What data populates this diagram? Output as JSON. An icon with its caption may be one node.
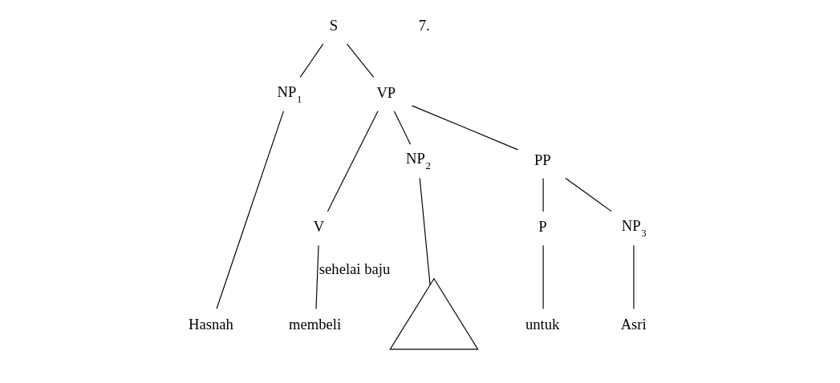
{
  "diagram": {
    "nodes": [
      {
        "text": [
          "S"
        ]
      },
      {
        "text": [
          "NP$_{1}$"
        ]
      },
      {
        "text": [
          "VP"
        ]
      },
      {
        "text": [
          "V"
        ]
      },
      {
        "text": [
          "NP$_{2}$"
        ]
      },
      {
        "text": [
          "PP"
        ]
      },
      {
        "text": [
          "P"
        ]
      },
      {
        "text": [
          "NP$_{3}$"
        ]
      },
      {
        "text": [
          "Hasnah"
        ]
      },
      {
        "text": [
          "membeli"
        ]
      },
      {
        "text": [],
        "shape": "triangle",
        "beside": [
          "sehelai baju"
        ]
      },
      {
        "text": [
          "untuk"
        ]
      },
      {
        "text": [
          "Asri"
        ]
      }
    ],
    "edges": [
      {
        "from": 0,
        "to": 1,
        "arrow": "none"
      },
      {
        "from": 0,
        "to": 2,
        "arrow": "none"
      },
      {
        "from": 1,
        "to": 8,
        "arrow": "none"
      },
      {
        "from": 2,
        "to": 3,
        "arrow": "none"
      },
      {
        "from": 2,
        "to": 4,
        "arrow": "none"
      },
      {
        "from": 2,
        "to": 5,
        "arrow": "none"
      },
      {
        "from": 3,
        "to": 9,
        "arrow": "none"
      },
      {
        "from": 4,
        "to": 10,
        "arrow": "none"
      },
      {
        "from": 5,
        "to": 6,
        "arrow": "none"
      },
      {
        "from": 5,
        "to": 7,
        "arrow": "none"
      },
      {
        "from": 6,
        "to": 11,
        "arrow": "none"
      },
      {
        "from": 7,
        "to": 12,
        "arrow": "none"
      }
    ],
    "labels": [
      "7."
    ]
  }
}
